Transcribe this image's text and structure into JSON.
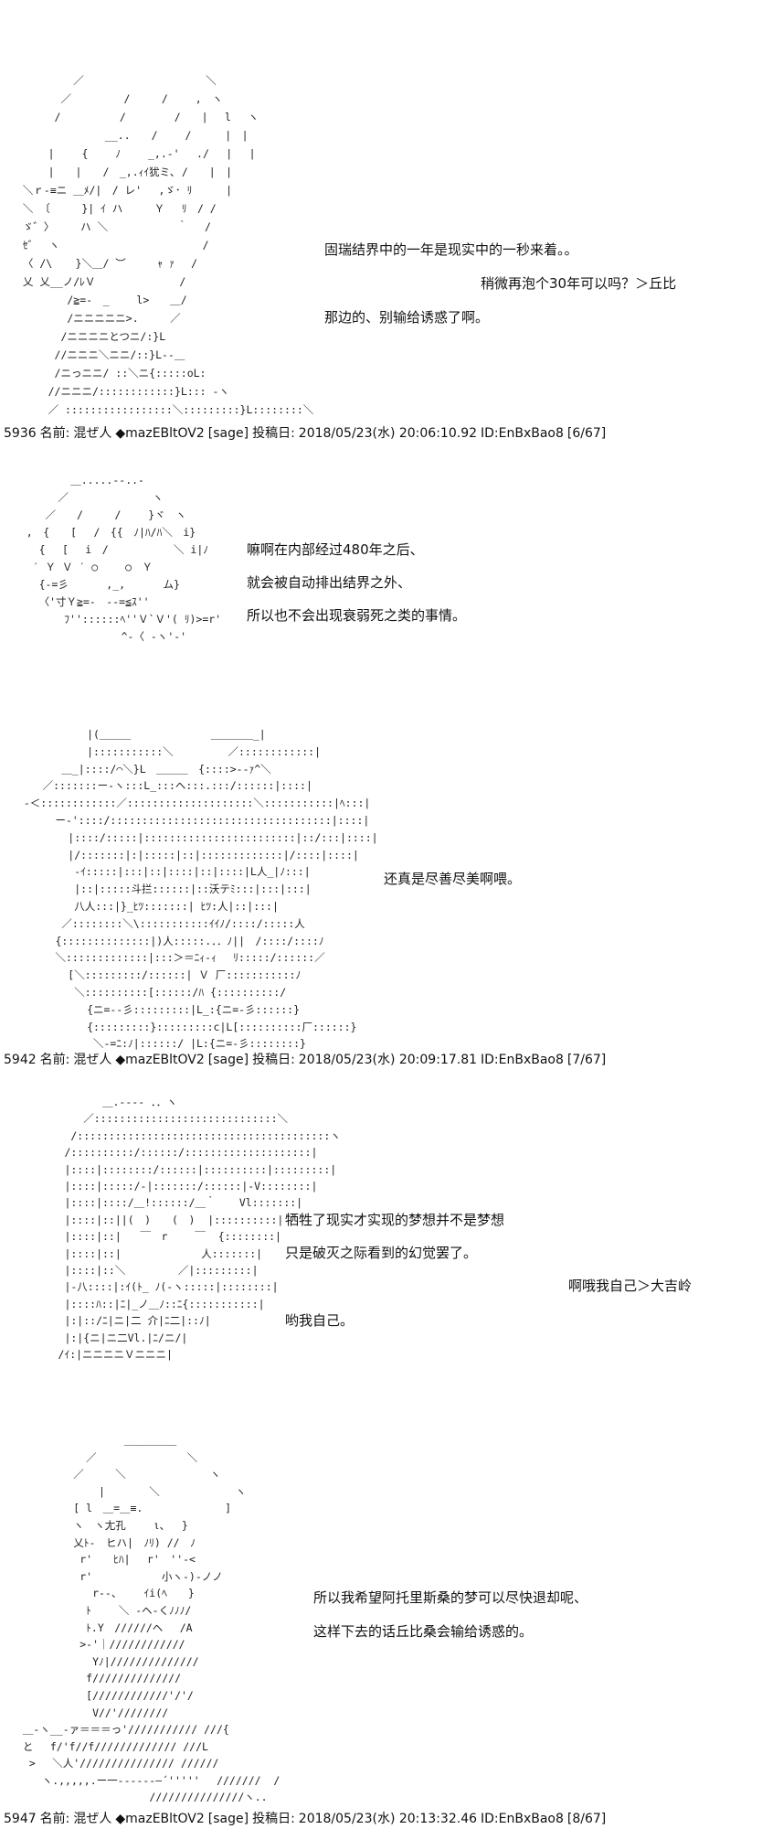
{
  "panels": [
    {
      "art": "         ／　　　　　　　　　　　 ＼\n       ／　　　　　/　　　/　　 ,　ヽ\n      /　　　　　 /　　　　 /　　|　 l　 ヽ\n              __..　　/　　 /　 　 |　|\n     |　 　{　　 ﾉ　　 _,.‐'　 ./　 |　 |\n     |　　|　　/　_,.ｨｲ犹ミ､ /　　|　|\n ＼ｒ‐≡ニ ＿ﾒ/|　/ レ'　 ,ゞ･ ﾘ　 　 |\n ＼ 〔　　　}| ｲ ハ　　　Ｙ　 ﾘ　/ /\n ゞ゛〉　　　ハ ＼　　　　　 　｀　 /\n ｾ゛　ヽ　　　　　　　　　　　　　 /\n 〈 /\\ 　 }＼＿/ ︶　　　ｬ ｧ　 /\n 乂 乂__ノ/ﾚＶ　　　　　　　　/\n        /≧=‐　_　　 l>　　＿/\n        /ニニニニニ>.　　　／\n       /ニニニニとつニ/:}L\n      //ニニニ＼ニニ/::}L‐‐＿\n      /ニっニニ/ ::＼ニ{:::::oL:\n     //ニニニ/::::::::::::}L::: ‐ヽ\n     ／ :::::::::::::::::＼:::::::::}L::::::::＼",
      "lines": [
        "固瑞结界中的一年是现实中的一秒来着。。",
        "稍微再泡个30年可以吗？＞丘比",
        "那边的、别输给诱惑了啊。"
      ],
      "header": {
        "num": "5936",
        "name_label": "名前:",
        "name": "混ぜ人",
        "trip": "◆mazEBltOV2",
        "sage": "[sage]",
        "posted_label": "投稿日:",
        "date": "2018/05/23(水) 20:06:10.92",
        "id": "ID:EnBxBao8",
        "count": "[6/67]"
      }
    },
    {
      "art": "          ＿.....‐‐..‐\n        ／　　　　　　　　ヽ\n      ／　　/　　　/　　 }ヾ　ヽ\n   ,　{　　[ 　/　{{　ﾉ|ﾊ/ﾊ＼　i}\n     {　 [　 i　/　　　　 　 ＼ i|ﾉ\n    ′ Ｙ Ｖ ′ ○ 　　○　Ｙ\n     {‐=彡　　　 ,_,　　　 ム}\n     〈'寸Ｙ≧=‐　‐‐=≦ｽ''\n         ﾌ''::::::ﾍ''Ｖ`Ｖ'( ﾘ)>=r'\n                  ^‐〈 ‐ヽ'‐'",
      "lines": [
        "嘛啊在内部经过480年之后、",
        "就会被自动排出结界之外、",
        "所以也不会出现衰弱死之类的事情。"
      ]
    },
    {
      "art": "            |(＿＿＿　　　　　　　 ＿＿＿＿_|\n            |:::::::::::＼　　　 　 ／::::::::::::|\n        ＿_|::::/⌒＼}L　＿＿＿　{::::>‐‐ｧ^＼\n     ／:::::::ー-ヽ:::L_:::ヘ:::.:::/::::::|::::|\n  -＜::::::::::::／::::::::::::::::::::＼:::::::::::|ﾍ:::|\n       ー‐'::::/:::::::::::::::::::::::::::::::::::|::::|\n         |::::/:::::|::::::::::::::::::::::::|::/:::|::::|\n         |/:::::::|:|:::::|::|:::::::::::::|/::::|::::|\n          ‐ｲ:::::|:::|::|::::|::|::::|L人_|ﾉ:::|\n          |::|:::::斗拦::::::|::沃テﾐ:::|:::|:::|\n          八人:::|}_ﾋﾂ:::::::| ﾋﾂ:人|::|:::|\n        ／::::::::＼\\:::::::::::ｲｲﾉ/::::/:::::人\n       {::::::::::::::|)人:::::.．．ﾉ||　/::::/::::ﾉ\n       ＼:::::::::::::|:::＞＝ﾆｨ‐ｨ　 ﾘ:::::/::::::／\n         [＼:::::::::/::::::| Ｖ 厂:::::::::::ﾉ\n          ＼::::::::::[::::::/ﾊ {::::::::::/\n            {ニ=‐‐彡:::::::::|L_:{ニ=‐彡::::::}\n            {:::::::::}:::::::::c|L[::::::::::厂::::::}\n             ＼‐=ﾆ:ﾉ|::::::/ |L:{ニ=‐彡::::::::}",
      "lines": [
        "还真是尽善尽美啊喂。"
      ],
      "header": {
        "num": "5942",
        "name_label": "名前:",
        "name": "混ぜ人",
        "trip": "◆mazEBltOV2",
        "sage": "[sage]",
        "posted_label": "投稿日:",
        "date": "2018/05/23(水) 20:09:17.81",
        "id": "ID:EnBxBao8",
        "count": "[7/67]"
      }
    },
    {
      "art": "             ＿.‐‐‐‐ ．．ヽ\n          ／:::::::::::::::::::::::::::::＼\n        /::::::::::::::::::::::::::::::::::::::::ヽ\n       /::::::::::/::::::/::::::::::::::::::::|\n       |::::|::::::::/::::::|::::::::::|:::::::::|\n       |::::|:::::/‐|:::::::/::::::|‐V::::::::|\n       |::::|::::/＿!::::::/＿｀　  Vl:::::::|\n       |::::|::||(　)　　(　)  |::::::::::|\n       |::::|::|   ￣　r　　 ￣  {::::::::|\n       |::::|::|　　　　　　　 人:::::::|\n       |::::|::＼　　　　　／|:::::::::|\n       |‐八::::|:ｲ(ﾄ_ ﾉ(-ヽ:::::|::::::::|\n       |::::ﾊ::|ﾆ|_ノ＿ﾉ::ﾆ{:::::::::::|\n       |:|::/ﾆ|ニ|二 介|ﾆ二|::ﾉ|\n       |:|{ニ|ニ二Vl.|ﾆ/ニ/|\n      /ｲ:|ニニニニＶニニニ|",
      "lines": [
        "牺牲了现实才实现的梦想并不是梦想",
        "只是破灭之际看到的幻觉罢了。",
        "啊哦我自己＞大吉岭",
        "哟我自己。"
      ]
    },
    {
      "art": "                 ＿＿＿＿＿\n           ／　　　　　　　　 ＼\n         ／　　　＼　　　　　　　　ヽ\n             |　　　  ＼　　 　　　　 ヽ\n         [ l　＿=＿≡.　　　　 　 　 ]\n         ヽ　ヽ尢孔　　 ι、　 }\n         乂ﾄ‐　ヒハ|　ﾉﾘ) //　ﾉ\n          r'　　ﾋﾊ|　 r'　''‐<\n          r'　　　　　　 小ヽ-)‐ノノ\n            r‐-、　　 ｲi(ﾍ　　}\n           ﾄ　　 ＼ ‐ヘ‐くﾉﾉﾉ/\n           ﾄ.Y　//////ヘ　 /A\n          >‐'｜////////////\n            Yﾉ|//////////////\n           f//////////////\n           [////////////'/'/\n            V//'////////\n ＿‐ヽ__‐ァ＝＝＝っ'/////////// ///{\n と　 f/'f//f///////////// ///L\n  >　 ＼人'/////////////// //////\n    ヽ.,,,,,.ー一‐‐‐‐‐‐―´'''''　 ///////  /\n                     ///////////////ヽ..",
      "lines": [
        "所以我希望阿托里斯桑的梦可以尽快退却呢、",
        "这样下去的话丘比桑会输给诱惑的。"
      ],
      "header": {
        "num": "5947",
        "name_label": "名前:",
        "name": "混ぜ人",
        "trip": "◆mazEBltOV2",
        "sage": "[sage]",
        "posted_label": "投稿日:",
        "date": "2018/05/23(水) 20:13:32.46",
        "id": "ID:EnBxBao8",
        "count": "[8/67]"
      }
    }
  ]
}
